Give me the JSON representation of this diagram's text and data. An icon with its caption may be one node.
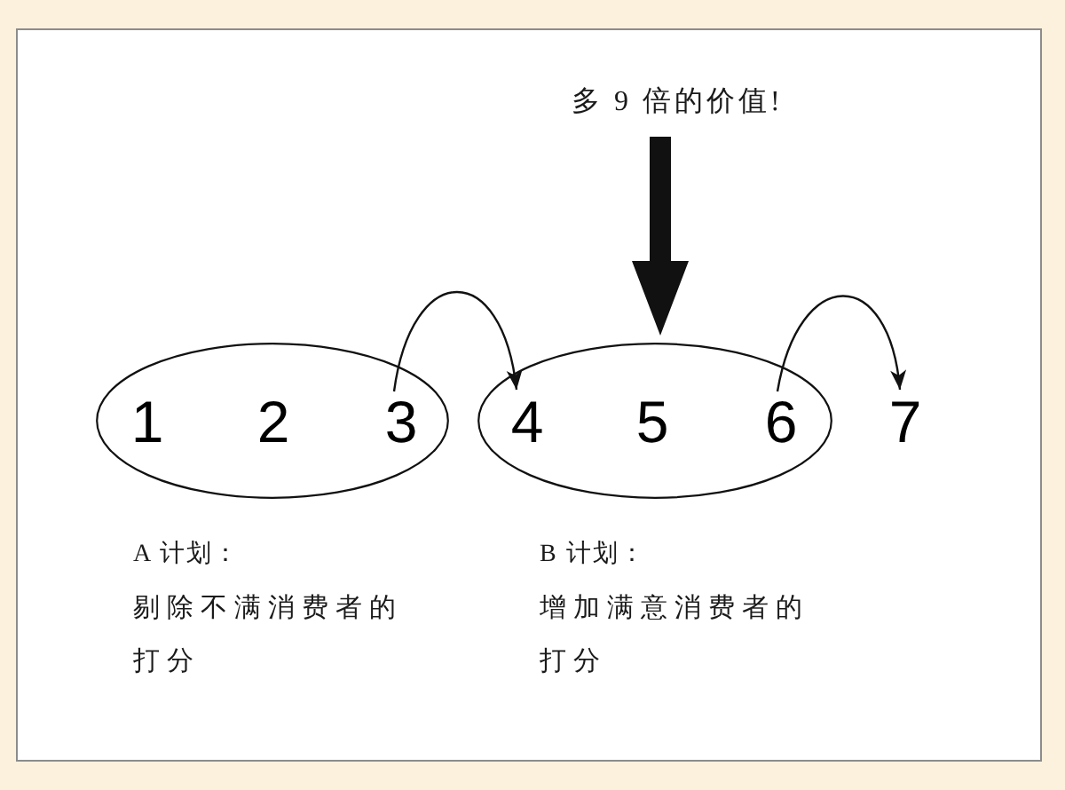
{
  "diagram": {
    "nodes": [
      {
        "text": [
          "多 9 倍的价值!"
        ]
      },
      {
        "text": [],
        "shape": "ellipse",
        "beside": [
          "A 计划：",
          "剔除不满消费者的打分"
        ]
      },
      {
        "text": [
          "1"
        ],
        "in": 1
      },
      {
        "text": [
          "2"
        ],
        "in": 1
      },
      {
        "text": [
          "3"
        ],
        "in": 1
      },
      {
        "text": [],
        "shape": "ellipse",
        "beside": [
          "B 计划：",
          "增加满意消费者的打分"
        ]
      },
      {
        "text": [
          "4"
        ],
        "in": 5
      },
      {
        "text": [
          "5"
        ],
        "in": 5
      },
      {
        "text": [
          "6"
        ],
        "in": 5
      },
      {
        "text": [
          "7"
        ]
      }
    ],
    "edges": [
      {
        "from": 4,
        "to": 6,
        "arrow": "to"
      },
      {
        "from": 8,
        "to": 9,
        "arrow": "to"
      },
      {
        "from": 0,
        "to": 5,
        "arrow": "to",
        "style": "thick"
      }
    ]
  }
}
